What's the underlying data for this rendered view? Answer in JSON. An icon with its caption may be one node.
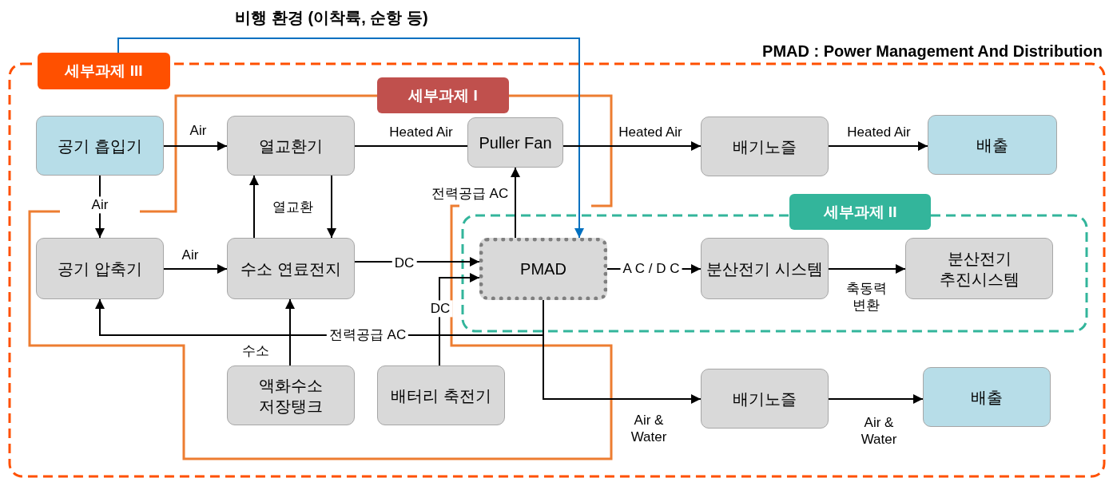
{
  "diagram": {
    "nodes": [
      {
        "text": [
          "세부과제 III"
        ]
      },
      {
        "text": [
          "세부과제 I"
        ],
        "in": 0
      },
      {
        "text": [
          "세부과제 II"
        ],
        "in": 0
      },
      {
        "text": [
          "공기 흡입기"
        ],
        "in": 0
      },
      {
        "text": [
          "열교환기"
        ],
        "in": 0
      },
      {
        "text": [
          "Puller Fan"
        ],
        "in": 0
      },
      {
        "text": [
          "배기노즐"
        ],
        "in": 0
      },
      {
        "text": [
          "배출"
        ],
        "in": 0
      },
      {
        "text": [
          "공기 압축기"
        ],
        "in": 0
      },
      {
        "text": [
          "수소 연료전지"
        ],
        "in": 0
      },
      {
        "text": [
          "PMAD"
        ],
        "in": 2
      },
      {
        "text": [
          "분산전기 시스템"
        ],
        "in": 2
      },
      {
        "text": [
          "분산전기 추진시스템"
        ],
        "in": 2
      },
      {
        "text": [
          "액화수소 저장탱크"
        ],
        "in": 0
      },
      {
        "text": [
          "배터리 축전기"
        ],
        "in": 0
      },
      {
        "text": [
          "배기노즐"
        ],
        "in": 0
      },
      {
        "text": [
          "배출"
        ],
        "in": 0
      }
    ],
    "edges": [
      {
        "from": 0,
        "to": 10,
        "arrow": "to",
        "label": "비행 환경 (이착륙, 순항 등)",
        "color": "#0070c0"
      },
      {
        "from": 3,
        "to": 4,
        "arrow": "to",
        "label": "Air"
      },
      {
        "from": 4,
        "to": 5,
        "arrow": "none",
        "label": "Heated Air"
      },
      {
        "from": 5,
        "to": 6,
        "arrow": "to",
        "label": "Heated Air"
      },
      {
        "from": 6,
        "to": 7,
        "arrow": "to",
        "label": "Heated Air"
      },
      {
        "from": 3,
        "to": 8,
        "arrow": "to",
        "label": "Air"
      },
      {
        "from": 8,
        "to": 9,
        "arrow": "to",
        "label": "Air"
      },
      {
        "from": 9,
        "to": 4,
        "arrow": "to"
      },
      {
        "from": 4,
        "to": 9,
        "arrow": "to",
        "label": "열교환"
      },
      {
        "from": 9,
        "to": 10,
        "arrow": "to",
        "label": "DC"
      },
      {
        "from": 14,
        "to": 10,
        "arrow": "to",
        "label": "DC"
      },
      {
        "from": 13,
        "to": 9,
        "arrow": "to",
        "label": "수소"
      },
      {
        "from": 10,
        "to": 5,
        "arrow": "to",
        "label": "전력공급 AC"
      },
      {
        "from": 10,
        "to": 8,
        "arrow": "to",
        "label": "전력공급 AC"
      },
      {
        "from": 10,
        "to": 11,
        "arrow": "to",
        "label": "A C / D C"
      },
      {
        "from": 11,
        "to": 12,
        "arrow": "to",
        "label": "축동력 변환"
      },
      {
        "from": 10,
        "to": 15,
        "arrow": "to",
        "label": "Air & Water"
      },
      {
        "from": 15,
        "to": 16,
        "arrow": "to",
        "label": "Air & Water"
      }
    ],
    "labels": [
      "PMAD : Power Management And Distribution"
    ]
  }
}
